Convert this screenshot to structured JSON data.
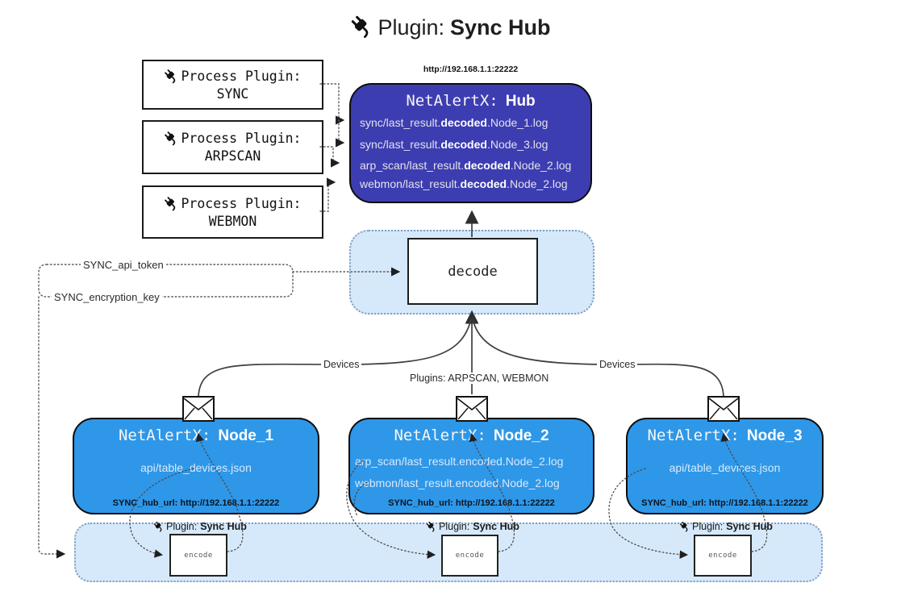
{
  "title": {
    "prefix": "Plugin:",
    "bold": "Sync Hub"
  },
  "process_plugins": [
    {
      "label": "Process Plugin:",
      "name": "SYNC"
    },
    {
      "label": "Process Plugin:",
      "name": "ARPSCAN"
    },
    {
      "label": "Process Plugin:",
      "name": "WEBMON"
    }
  ],
  "hub": {
    "url": "http://192.168.1.1:22222",
    "title_prefix": "NetAlertX:",
    "title_bold": "Hub",
    "lines": [
      {
        "pre": "sync/last_result.",
        "bold": "decoded",
        "post": ".Node_1.log"
      },
      {
        "pre": "sync/last_result.",
        "bold": "decoded",
        "post": ".Node_3.log"
      },
      {
        "pre": "arp_scan/last_result.",
        "bold": "decoded",
        "post": ".Node_2.log"
      },
      {
        "pre": "webmon/last_result.",
        "bold": "decoded",
        "post": ".Node_2.log"
      }
    ]
  },
  "decode": {
    "label": "decode"
  },
  "tokens": {
    "api_token": "SYNC_api_token",
    "encryption_key": "SYNC_encryption_key"
  },
  "edges": {
    "devices_left": "Devices",
    "devices_right": "Devices",
    "plugins_center": "Plugins: ARPSCAN, WEBMON"
  },
  "nodes": [
    {
      "title_prefix": "NetAlertX:",
      "title_bold": "Node_1",
      "lines": [
        "api/table_devices.json"
      ],
      "hub_url": "SYNC_hub_url: http://192.168.1.1:22222"
    },
    {
      "title_prefix": "NetAlertX:",
      "title_bold": "Node_2",
      "lines": [
        "arp_scan/last_result.encoded.Node_2.log",
        "webmon/last_result.encoded.Node_2.log"
      ],
      "hub_url": "SYNC_hub_url: http://192.168.1.1:22222"
    },
    {
      "title_prefix": "NetAlertX:",
      "title_bold": "Node_3",
      "lines": [
        "api/table_devices.json"
      ],
      "hub_url": "SYNC_hub_url: http://192.168.1.1:22222"
    }
  ],
  "encoders": [
    {
      "label_prefix": "Plugin:",
      "label_bold": "Sync Hub",
      "box_label": "encode"
    },
    {
      "label_prefix": "Plugin:",
      "label_bold": "Sync Hub",
      "box_label": "encode"
    },
    {
      "label_prefix": "Plugin:",
      "label_bold": "Sync Hub",
      "box_label": "encode"
    }
  ],
  "colors": {
    "hub_fill": "#3d3db2",
    "node_fill": "#2e97e8",
    "panel_fill": "#d6e9fb",
    "panel_border": "#7e9cc0",
    "line": "#3f3f3f"
  }
}
